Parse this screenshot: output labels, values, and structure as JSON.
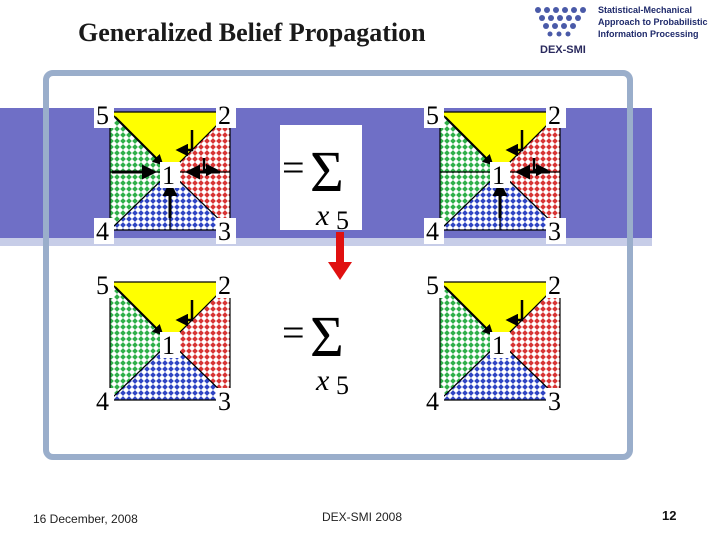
{
  "slide": {
    "title": "Generalized Belief Propagation",
    "footer_date": "16 December, 2008",
    "footer_center": "DEX-SMI 2008",
    "page_number": "12"
  },
  "logo": {
    "left_text": "DEX-SMI",
    "right_lines": [
      "Statistical-Mechanical",
      "Approach to Probabilistic",
      "Information Processing"
    ]
  },
  "diagrams": {
    "node_labels": {
      "n1": "1",
      "n2": "2",
      "n3": "3",
      "n4": "4",
      "n5": "5"
    }
  },
  "formula": {
    "equals": "=",
    "sum": "Σ",
    "var": "x",
    "sub": "5"
  },
  "colors": {
    "bar": "#6f6fc6",
    "frame": "#9aaecb",
    "yellow": "#ffff00",
    "green": "#33b84a",
    "red": "#d83a3a",
    "blue": "#3348c8",
    "arrow_red": "#e01010"
  }
}
